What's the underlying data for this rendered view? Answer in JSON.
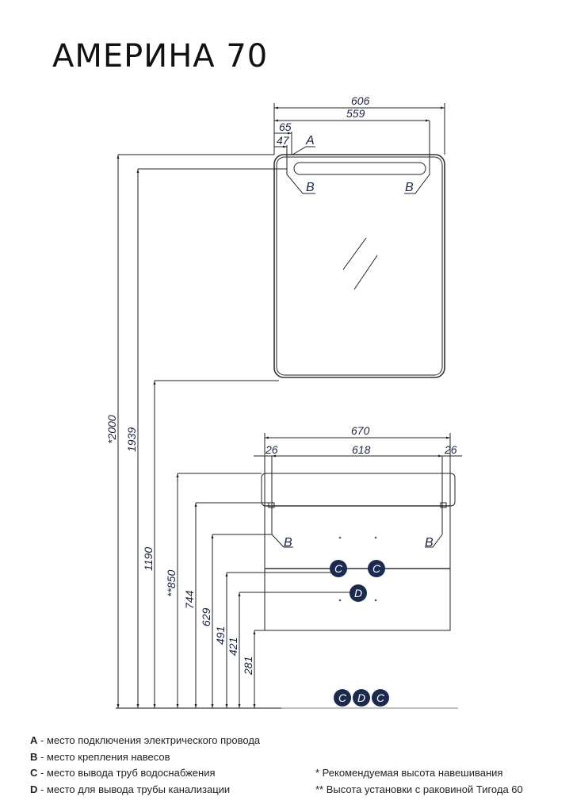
{
  "title": "АМЕРИНА 70",
  "dimensions": {
    "mirror_width": "606",
    "mirror_inner": "559",
    "offset_65": "65",
    "offset_47": "47",
    "cabinet_width": "670",
    "cabinet_inner": "618",
    "side_left": "26",
    "side_right": "26",
    "h_2000": "*2000",
    "h_1939": "1939",
    "h_1190": "1190",
    "h_850": "**850",
    "h_744": "744",
    "h_629": "629",
    "h_491": "491",
    "h_421": "421",
    "h_281": "281"
  },
  "markers": {
    "A": "A",
    "B": "B",
    "C": "C",
    "D": "D"
  },
  "legend": [
    {
      "key": "A",
      "text": " - место подключения электрического провода"
    },
    {
      "key": "B",
      "text": " - место крепления навесов"
    },
    {
      "key": "C",
      "text": " - место вывода труб водоснабжения"
    },
    {
      "key": "D",
      "text": " - место для вывода трубы канализации"
    }
  ],
  "notes": [
    "* Рекомендуемая высота навешивания",
    "** Высота установки с раковиной Тигода 60"
  ],
  "colors": {
    "marker": "#1b2a4e",
    "line": "#222222"
  }
}
